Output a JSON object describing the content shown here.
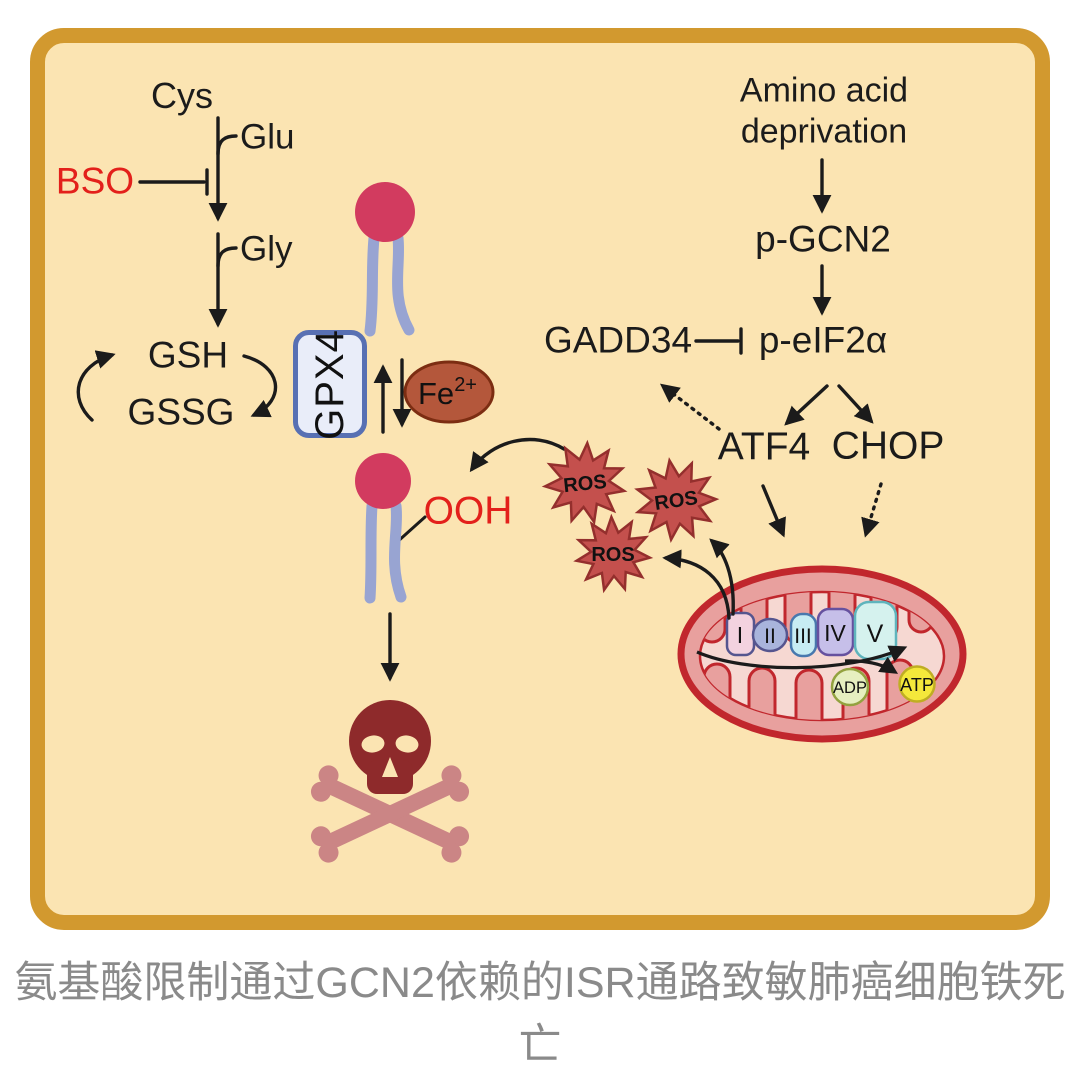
{
  "labels": {
    "cys": "Cys",
    "glu": "Glu",
    "bso": "BSO",
    "gly": "Gly",
    "gsh": "GSH",
    "gssg": "GSSG",
    "gpx4": "GPX4",
    "ooh": "OOH"
  },
  "fe": {
    "base": "Fe",
    "sup": "2+"
  },
  "right_pathway": {
    "amino_line1": "Amino acid",
    "amino_line2": "deprivation",
    "pgcn2": "p-GCN2",
    "gadd34": "GADD34",
    "peif2a": "p-eIF2α",
    "atf4": "ATF4",
    "chop": "CHOP"
  },
  "ros": [
    "ROS",
    "ROS",
    "ROS"
  ],
  "mito": {
    "complexes": [
      "I",
      "II",
      "III",
      "IV",
      "V"
    ],
    "adp": "ADP",
    "atp": "ATP"
  },
  "caption": {
    "lines": [
      "氨基酸限制通过GCN2依赖的ISR通路致敏肺癌细胞铁死",
      "亡"
    ]
  },
  "colors": {
    "background": "#FBE4B2",
    "frame": "#D2992F",
    "highlight_red": "#E3201B",
    "ros_fill": "#C4504D",
    "mito_membrane": "#C1272D",
    "skull": "#8E2A2B",
    "bone": "#CB8585",
    "lipid_head": "#D23B5F",
    "lipid_tail": "#98A4D2",
    "gpx4_border": "#5870B3",
    "fe_fill": "#B4573B",
    "adp_green": "#E6EFC0",
    "atp_yellow": "#F4E83B"
  }
}
